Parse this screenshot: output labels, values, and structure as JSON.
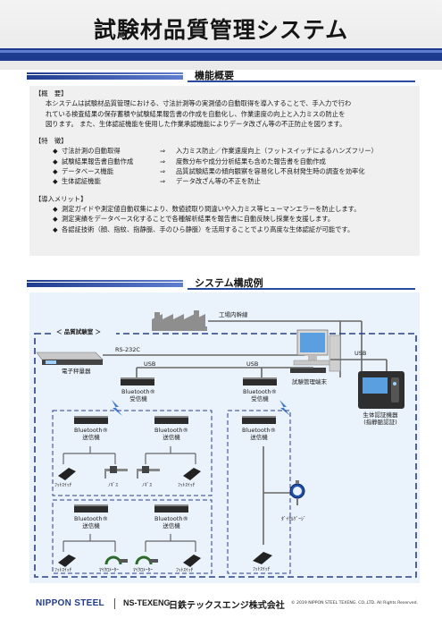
{
  "header": {
    "title": "試験材品質管理システム"
  },
  "sections": {
    "features_title": "機能概要",
    "system_title": "システム構成例"
  },
  "overview": {
    "summary_heading": "【概　要】",
    "summary_lines": [
      "本システムは試験材品質管理における、寸法計測等の実測値の自動取得を導入することで、手入力で行わ",
      "れている検査結果の保存蓄積や試験結果報告書の作成を自動化し、作業速度の向上と入力ミスの防止を",
      "図ります。 また、生体認証機能を使用した作業承認機能によりデータ改ざん等の不正防止を図ります。"
    ],
    "features_heading": "【特　徴】",
    "features": [
      {
        "bullet": "◆",
        "label": "寸法計測の自動取得",
        "arrow": "⇒",
        "desc": "入力ミス防止／作業速度向上（フットスイッチによるハンズフリー）"
      },
      {
        "bullet": "◆",
        "label": "試験結果報告書自動作成",
        "arrow": "⇒",
        "desc": "度数分布や成分分析結果も含めた報告書を自動作成"
      },
      {
        "bullet": "◆",
        "label": "データベース機能",
        "arrow": "⇒",
        "desc": "品質試験結果の傾向観察を容易化し不良材発生時の調査を効率化"
      },
      {
        "bullet": "◆",
        "label": "生体認証機能",
        "arrow": "⇒",
        "desc": "データ改ざん等の不正を防止"
      }
    ],
    "merits_heading": "【導入メリット】",
    "merits": [
      {
        "bullet": "◆",
        "text": "測定ガイドや測定値自動収集により、数値読取り間違いや入力ミス等ヒューマンエラーを防止します。"
      },
      {
        "bullet": "◆",
        "text": "測定実績をデータベース化することで各種解析結果を報告書に自動反映し採業を支援します。"
      },
      {
        "bullet": "◆",
        "text": "各認証技術（顔、指紋、指静脈、手のひら静脈）を活用することでより高度な生体認証が可能です。"
      }
    ]
  },
  "diagram": {
    "factory_network": "工場内幹線",
    "lab_label": "＜ 品質試験室 ＞",
    "rs232c": "RS-232C",
    "scale": "電子秤量器",
    "usb_1": "USB",
    "usb_2": "USB",
    "usb_3": "USB",
    "terminal": "試験管理端末",
    "receiver_1": "Bluetooth®\n受信機",
    "receiver_2": "Bluetooth®\n受信機",
    "transmitter_1": "Bluetooth®\n送信機",
    "transmitter_2": "Bluetooth®\n送信機",
    "transmitter_3": "Bluetooth®\n送信機",
    "transmitter_4": "Bluetooth®\n送信機",
    "transmitter_5": "Bluetooth®\n送信機",
    "footswitch_1": "ﾌｯﾄｽｲｯﾁ",
    "caliper_1": "ﾉｷﾞｽ",
    "caliper_2": "ﾉｷﾞｽ",
    "footswitch_2": "ﾌｯﾄｽｲｯﾁ",
    "footswitch_3": "ﾌｯﾄｽｲｯﾁ",
    "micrometer_1": "ﾏｲｸﾛﾒｰﾀｰ",
    "micrometer_2": "ﾏｲｸﾛﾒｰﾀｰ",
    "footswitch_4": "ﾌｯﾄｽｲｯﾁ",
    "dial_gauge": "ﾀﾞｲﾔﾙｹﾞｰｼﾞ",
    "footswitch_5": "ﾌｯﾄｽｲｯﾁ",
    "biometric": "生体認証機器\n(指静脈認証)"
  },
  "footer": {
    "logo_nippon_steel": "NIPPON STEEL",
    "logo_ns_texeng": "NS-TEXENG",
    "company": "日鉄テックスエンジ株式会社",
    "copyright": "© 2019 NIPPON STEEL TEXENG. CO.,LTD. All Rights Reserved."
  },
  "colors": {
    "brand_blue": "#1f3b8f",
    "diagram_bg": "#eaf2fb",
    "panel_bg": "#f0f0f0"
  }
}
